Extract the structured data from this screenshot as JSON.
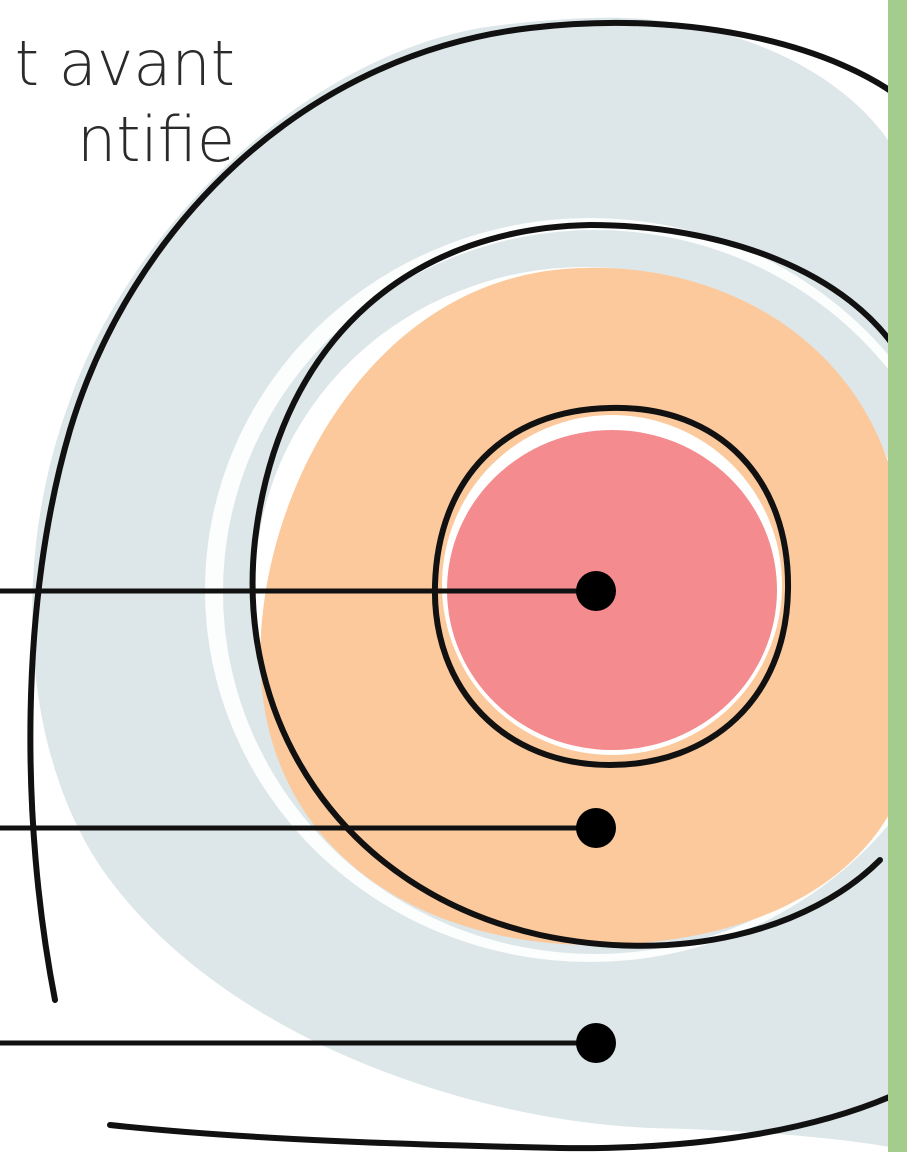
{
  "text_fragment": {
    "lines": [
      "",
      "t avant",
      "ntifie"
    ]
  },
  "diagram": {
    "rings": [
      {
        "level": "outer",
        "color": "#dde6e8"
      },
      {
        "level": "middle",
        "color": "#fcc99c"
      },
      {
        "level": "inner",
        "color": "#f48b8e"
      }
    ],
    "pointers": [
      {
        "target": "inner-ring"
      },
      {
        "target": "middle-ring"
      },
      {
        "target": "outer-ring"
      }
    ],
    "outline_color": "#111111",
    "gap_color": "#ffffff"
  },
  "sidebar": {
    "color": "#a4cc8c"
  }
}
